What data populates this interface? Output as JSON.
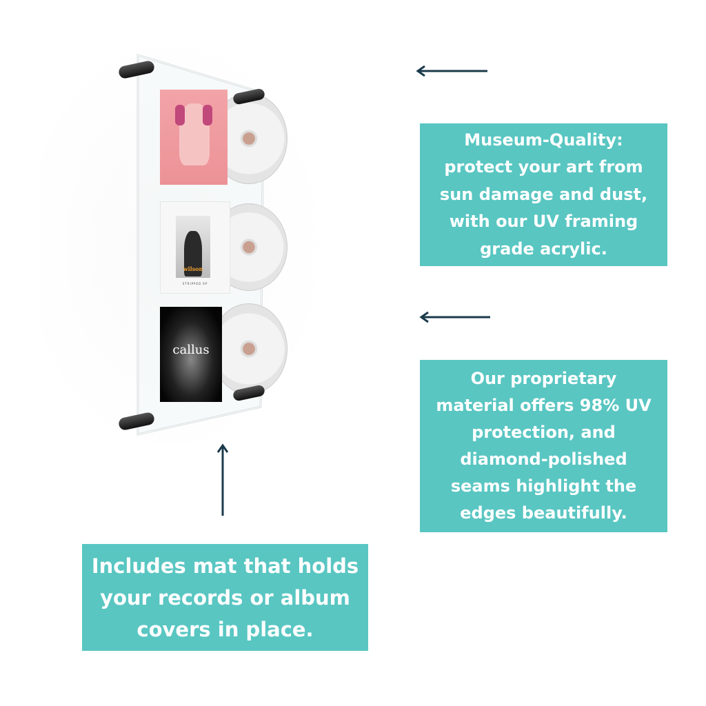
{
  "callouts": {
    "uv_acrylic": "Museum-Quality:\nprotect your art from\nsun damage and dust,\nwith our UV framing\ngrade acrylic.",
    "material": "Our proprietary\nmaterial offers 98% UV\nprotection, and\ndiamond-polished\nseams highlight the\nedges beautifully.",
    "mat": "Includes mat that holds\nyour records or album\ncovers in place."
  },
  "albums": {
    "middle_title": "wilson",
    "middle_subtitle": "STRIPPED EP",
    "bottom_title": "callus"
  },
  "colors": {
    "callout_bg": "#59c6c2",
    "arrow": "#1b3a4b"
  }
}
